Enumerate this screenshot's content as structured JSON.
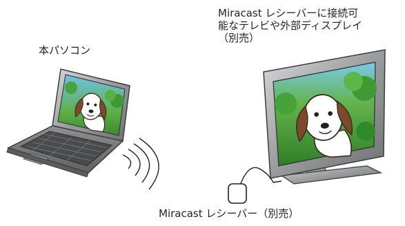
{
  "labels": {
    "laptop": "本パソコン",
    "tv_line1": "Miracast レシーバーに接続可",
    "tv_line2": "能なテレビや外部ディスプレイ",
    "tv_line3": "（別売）",
    "receiver": "Miracast レシーバー（別売）"
  },
  "icons": {
    "laptop": "laptop-icon",
    "tv": "tv-monitor-icon",
    "receiver": "miracast-receiver-icon",
    "signal": "wireless-signal-icon",
    "dog": "dog-illustration"
  },
  "colors": {
    "device_frame": "#8a8c8e",
    "screen_bg": "#3fa23a",
    "sky": "#6fc1e6",
    "dog_body": "#ffffff",
    "dog_ear": "#7a4a2a"
  }
}
